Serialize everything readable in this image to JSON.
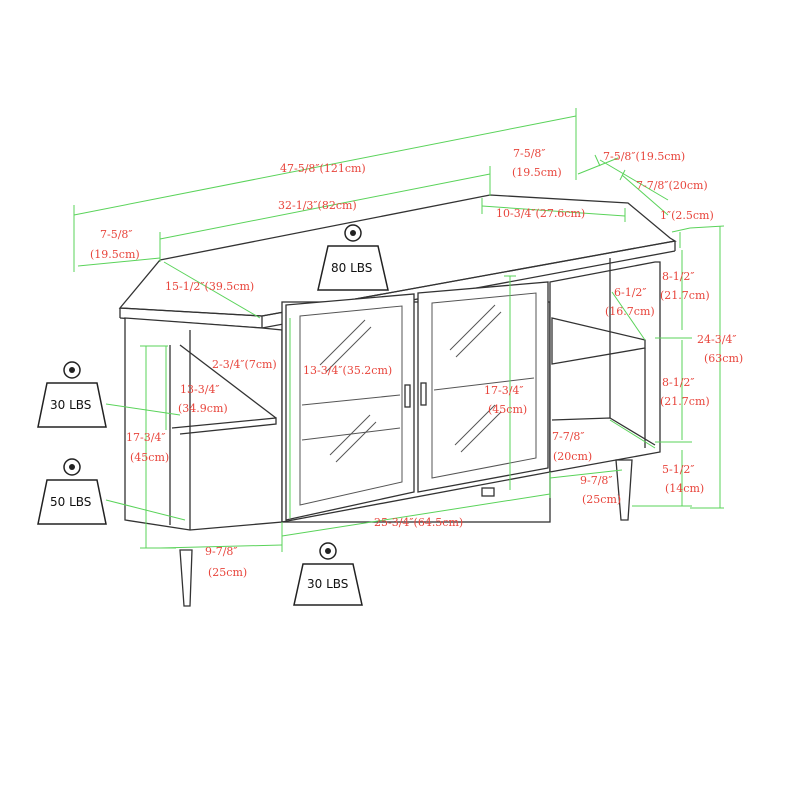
{
  "dimensions": {
    "total_width": "47-5/8″(121cm)",
    "top_front_width": "32-1/3″(82cm)",
    "left_side_depth_in": "7-5/8″",
    "left_side_depth_cm": "(19.5cm)",
    "right_side_depth_in": "7-5/8″",
    "right_side_depth_cm": "(19.5cm)",
    "right_depth_outer": "7-5/8″(19.5cm)",
    "right_depth_inner": "7-7/8″(20cm)",
    "top_thickness": "1″(2.5cm)",
    "front_panel_depth": "10-3/4″(27.6cm)",
    "left_top_diagonal": "15-1/2″(39.5cm)",
    "left_shelf_gap": "2-3/4″(7cm)",
    "left_upper_opening_in": "13-3/4″",
    "left_upper_opening_cm": "(34.9cm)",
    "left_total_height_in": "17-3/4″",
    "left_total_height_cm": "(45cm)",
    "door_glass_height": "13-3/4″(35.2cm)",
    "cabinet_height_in": "17-3/4″",
    "cabinet_height_cm": "(45cm)",
    "right_upper_in": "8-1/2″",
    "right_upper_cm": "(21.7cm)",
    "right_lower_in": "8-1/2″",
    "right_lower_cm": "(21.7cm)",
    "right_shelf_depth_in": "6-1/2″",
    "right_shelf_depth_cm": "(16.7cm)",
    "overall_height_in": "24-3/4″",
    "overall_height_cm": "(63cm)",
    "right_bottom_depth_in": "7-7/8″",
    "right_bottom_depth_cm": "(20cm)",
    "right_leg_depth_in": "9-7/8″",
    "right_leg_depth_cm": "(25cm)",
    "leg_height_in": "5-1/2″",
    "leg_height_cm": "(14cm)",
    "cabinet_width": "25-3/4″(64.5cm)",
    "left_leg_depth_in": "9-7/8″",
    "left_leg_depth_cm": "(25cm)"
  },
  "weights": {
    "top": "80 LBS",
    "shelf": "30 LBS",
    "bottom": "50 LBS",
    "cabinet": "30 LBS"
  },
  "colors": {
    "dimension_line": "#5ad35a",
    "dimension_text": "#e8453c",
    "furniture_line": "#333333"
  }
}
